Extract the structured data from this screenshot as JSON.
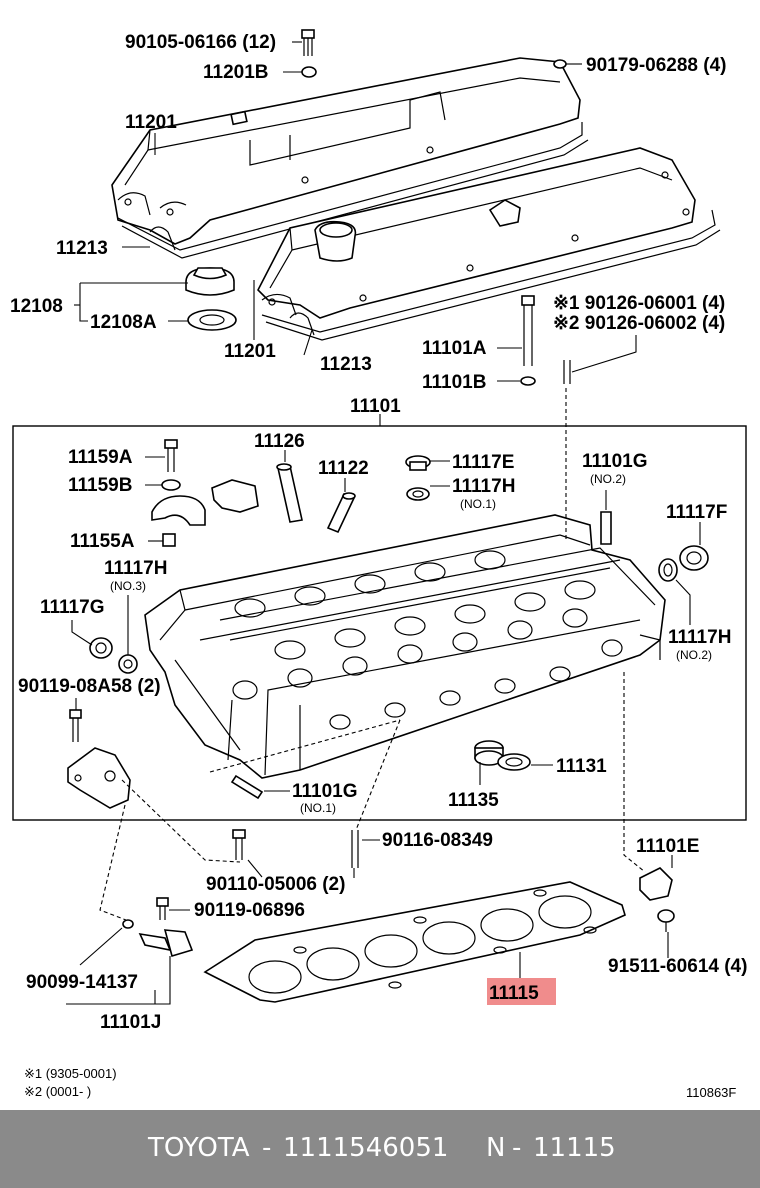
{
  "labels": {
    "p90105": "90105-06166 (12)",
    "p11201b": "11201B",
    "p90179": "90179-06288 (4)",
    "p11201_top": "11201",
    "p11213_left": "11213",
    "p12108": "12108",
    "p12108a": "12108A",
    "p11201_mid": "11201",
    "p11213_mid": "11213",
    "p90126_1": "※1 90126-06001 (4)",
    "p90126_2": "※2 90126-06002 (4)",
    "p11101a": "11101A",
    "p11101b": "11101B",
    "p11101": "11101",
    "p11159a": "11159A",
    "p11159b": "11159B",
    "p11126": "11126",
    "p11122": "11122",
    "p11117e": "11117E",
    "p11117h_no1": "11117H",
    "no1_a": "(NO.1)",
    "p11101g_top": "11101G",
    "no2_a": "(NO.2)",
    "p11117f": "11117F",
    "p11155a": "11155A",
    "p11117h_no3": "11117H",
    "no3": "(NO.3)",
    "p11117g": "11117G",
    "p11117h_no2": "11117H",
    "no2_b": "(NO.2)",
    "p90119_08": "90119-08A58 (2)",
    "p11101g_bot": "11101G",
    "no1_b": "(NO.1)",
    "p11131": "11131",
    "p11135": "11135",
    "p90116": "90116-08349",
    "p90110": "90110-05006 (2)",
    "p11101e": "11101E",
    "p90119_06": "90119-06896",
    "p90099": "90099-14137",
    "p11101j": "11101J",
    "p11115": "11115",
    "p91511": "91511-60614 (4)"
  },
  "notes": {
    "n1": "※1 (9305-0001)",
    "n2": "※2 (0001-       )"
  },
  "figure_code": "110863F",
  "highlight_color": "#f08c8c",
  "footer": {
    "brand": "TOYOTA",
    "sep1": "-",
    "part_number": "1111546051",
    "n_label": "N",
    "sep2": "-",
    "n_value": "11115"
  }
}
